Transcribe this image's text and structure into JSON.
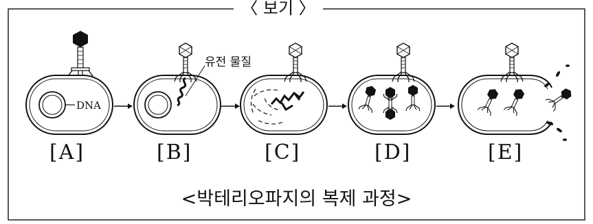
{
  "box_title": "〈 보기 〉",
  "caption": "<박테리오파지의 복제 과정>",
  "labels": {
    "dna": "DNA",
    "genetic_material": "유전 물질"
  },
  "stages": [
    {
      "id": "A",
      "label": "[A]"
    },
    {
      "id": "B",
      "label": "[B]"
    },
    {
      "id": "C",
      "label": "[C]"
    },
    {
      "id": "D",
      "label": "[D]"
    },
    {
      "id": "E",
      "label": "[E]"
    }
  ]
}
